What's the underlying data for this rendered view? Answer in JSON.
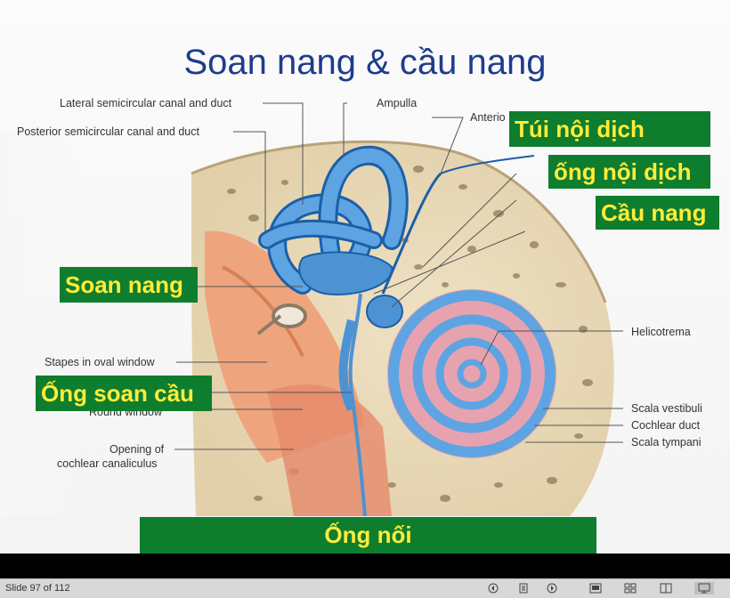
{
  "slide": {
    "title": "Soan nang & cầu nang",
    "labels": {
      "lateral": "Lateral semicircular canal and duct",
      "posterior": "Posterior semicircular canal and duct",
      "ampulla": "Ampulla",
      "anterior": "Anterio",
      "helicotrema": "Helicotrema",
      "stapes": "Stapes in oval window",
      "round_window": "Round window",
      "opening": "Opening of",
      "cochlear_canaliculus": "cochlear canaliculus",
      "scala_vestibuli": "Scala vestibuli",
      "cochlear_duct": "Cochlear duct",
      "scala_tympani": "Scala tympani"
    },
    "vn_labels": {
      "tui_noi_dich": "Túi nội dịch",
      "ong_noi_dich": "ống nội dịch",
      "cau_nang": "Cầu nang",
      "soan_nang": "Soan nang",
      "ong_soan_cau": "Ống soan cầu",
      "ong_noi": "Ống nối"
    },
    "colors": {
      "title": "#1f3c8c",
      "label_box": "#0e7d2e",
      "label_text": "#ffec3a"
    }
  },
  "status_bar": {
    "slide_counter": "Slide 97 of 112",
    "icons": [
      "prev-icon",
      "notes-icon",
      "next-icon",
      "normal-view-icon",
      "slide-sorter-icon",
      "reading-view-icon",
      "slideshow-icon"
    ]
  }
}
